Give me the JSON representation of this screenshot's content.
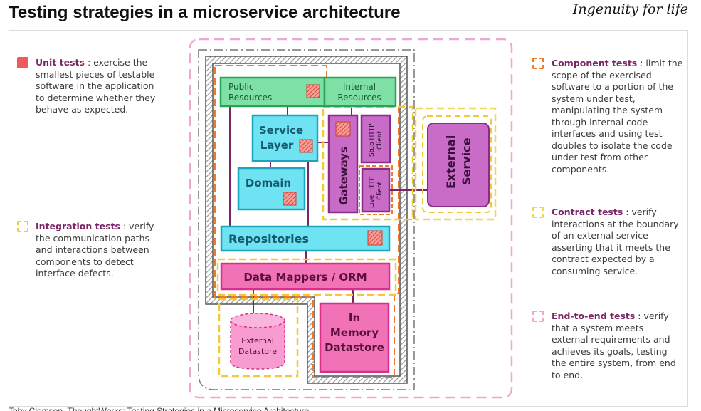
{
  "title": "Testing strategies in a microservice architecture",
  "brand": "Ingenuity for life",
  "caption": "Toby Clemson, ThoughtWorks: Testing Strategies in a Microservice Architecture",
  "legend": {
    "unit": {
      "heading": "Unit tests",
      "lines": [
        " : exercise the",
        "smallest pieces of testable",
        "software in the application",
        "to determine whether they",
        "behave as expected."
      ]
    },
    "integration": {
      "heading": "Integration tests",
      "lines": [
        " : verify",
        "the communication paths",
        "and interactions between",
        "components to detect",
        "interface defects."
      ]
    },
    "component": {
      "heading": "Component tests",
      "lines": [
        " : limit the",
        "scope of the exercised",
        "software to a portion of the",
        "system under test,",
        "manipulating the system",
        "through internal code",
        "interfaces and using test",
        "doubles to isolate the code",
        "under test from other",
        "components."
      ]
    },
    "contract": {
      "heading": "Contract tests",
      "lines": [
        " : verify",
        "interactions at the boundary",
        "of an external service",
        "asserting that it meets the",
        "contract expected by a",
        "consuming service."
      ]
    },
    "e2e": {
      "heading": "End-to-end tests",
      "lines": [
        " : verify",
        "that a system meets",
        "external requirements and",
        "achieves its goals, testing",
        "the entire system, from end",
        "to end."
      ]
    }
  },
  "diagram": {
    "public_resources": [
      "Public",
      "Resources"
    ],
    "internal_resources": [
      "Internal",
      "Resources"
    ],
    "service_layer": [
      "Service",
      "Layer"
    ],
    "domain": "Domain",
    "gateways": "Gateways",
    "stub_http_client": [
      "Stub HTTP",
      "Client"
    ],
    "live_http_client": [
      "Live HTTP",
      "Client"
    ],
    "external_service": [
      "External",
      "Service"
    ],
    "repositories": "Repositories",
    "data_mappers": "Data Mappers / ORM",
    "external_datastore": [
      "External",
      "Datastore"
    ],
    "in_memory_datastore": [
      "In",
      "Memory",
      "Datastore"
    ]
  },
  "colors": {
    "title_accent": "#7b2567",
    "green_fill": "#7ee0a4",
    "green_stroke": "#2aa35a",
    "cyan_fill": "#6fe3f2",
    "cyan_stroke": "#1aa7bd",
    "purple_fill": "#c86cc8",
    "purple_stroke": "#8a2a8a",
    "pink_fill": "#f272b8",
    "pink_stroke": "#d8308a",
    "unit_red": "#f05a5a",
    "integration_yellow": "#f3c93a",
    "component_orange": "#f07a2a",
    "e2e_pink": "#f1a6cf"
  }
}
